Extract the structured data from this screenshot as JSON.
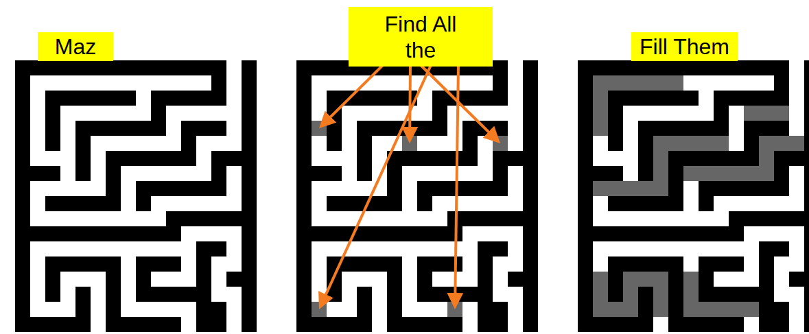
{
  "diagram": {
    "nodes": [
      {
        "text": [
          "Maz"
        ]
      },
      {
        "text": [
          "Find All the"
        ]
      },
      {
        "text": [
          "Fill Them"
        ]
      }
    ]
  }
}
